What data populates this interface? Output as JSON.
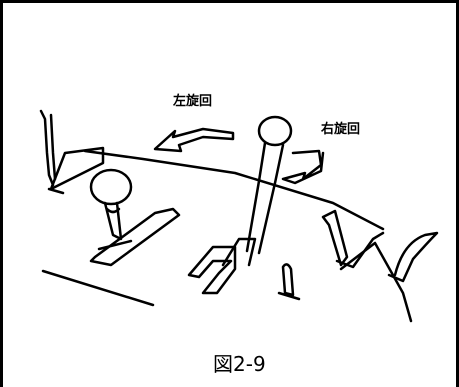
{
  "diagram": {
    "labels": {
      "left_rotation": "左旋回",
      "right_rotation": "右旋回"
    },
    "caption": "図2-9"
  }
}
